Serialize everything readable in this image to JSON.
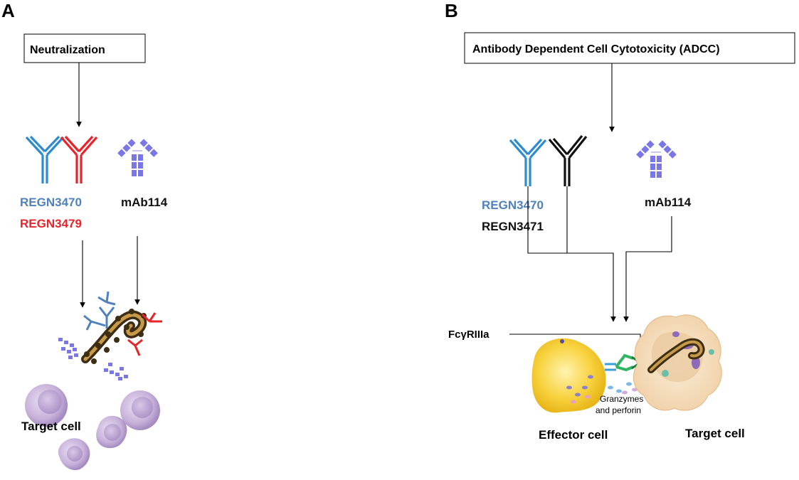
{
  "panels": {
    "a": {
      "letter": "A",
      "title": "Neutralization",
      "antibodies": [
        {
          "label": "REGN3470",
          "color": "#4f81bd"
        },
        {
          "label": "REGN3479",
          "color": "#e8232a"
        },
        {
          "label": "mAb114",
          "color": "#111111"
        }
      ],
      "target_label": "Target cell"
    },
    "b": {
      "letter": "B",
      "title": "Antibody Dependent Cell Cytotoxicity (ADCC)",
      "antibodies": [
        {
          "label": "REGN3470",
          "color": "#4f81bd"
        },
        {
          "label": "REGN3471",
          "color": "#111111"
        },
        {
          "label": "mAb114",
          "color": "#111111"
        }
      ],
      "receptor_label": "FcγRIIIa",
      "granzyme_label_line1": "Granzymes",
      "granzyme_label_line2": "and perforin",
      "effector_label": "Effector cell",
      "target_label": "Target cell"
    }
  },
  "colors": {
    "blue_antibody": "#2e8bd0",
    "red_antibody": "#e8232a",
    "black_antibody": "#111111",
    "mab114_purple": "#7b76e8",
    "virus_brown": "#8b6a2e",
    "target_cell_purple": "#c9b4dc",
    "effector_yellow": "#f7c928",
    "target_cell_peach": "#f3d8b5"
  }
}
